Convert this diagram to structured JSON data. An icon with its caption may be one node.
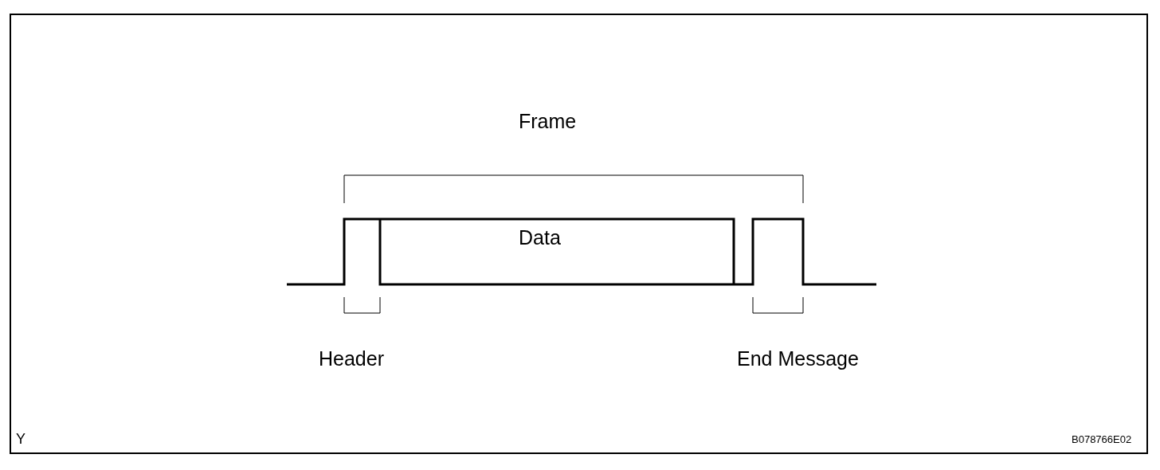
{
  "diagram": {
    "labels": [
      "Frame",
      "Data",
      "Header",
      "End Message",
      "Y",
      "B078766E02"
    ]
  }
}
